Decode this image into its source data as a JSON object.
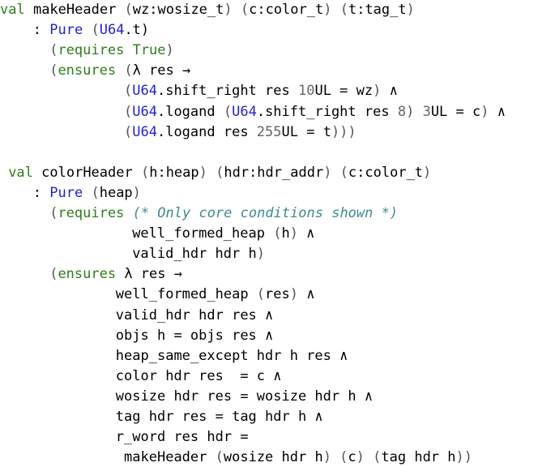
{
  "colors": {
    "keyword": "#2e7d19",
    "type": "#1f1fd6",
    "punct": "#555555",
    "number": "#666666",
    "comment": "#3f8a8c",
    "text": "#000000"
  },
  "lines": [
    {
      "indent": 0,
      "tokens": [
        {
          "t": "val",
          "c": "kw"
        },
        {
          "t": " makeHeader ",
          "c": "dark"
        },
        {
          "t": "(",
          "c": "pun"
        },
        {
          "t": "wz:wosize_t",
          "c": "dark"
        },
        {
          "t": ") (",
          "c": "pun"
        },
        {
          "t": "c:color_t",
          "c": "dark"
        },
        {
          "t": ") (",
          "c": "pun"
        },
        {
          "t": "t:tag_t",
          "c": "dark"
        },
        {
          "t": ")",
          "c": "pun"
        }
      ]
    },
    {
      "indent": 4,
      "tokens": [
        {
          "t": ": ",
          "c": "dark"
        },
        {
          "t": "Pure",
          "c": "ty"
        },
        {
          "t": " (",
          "c": "pun"
        },
        {
          "t": "U64",
          "c": "ty"
        },
        {
          "t": ".t)",
          "c": "dark"
        }
      ]
    },
    {
      "indent": 6,
      "tokens": [
        {
          "t": "(",
          "c": "pun"
        },
        {
          "t": "requires",
          "c": "kw"
        },
        {
          "t": " ",
          "c": "dark"
        },
        {
          "t": "True",
          "c": "kw"
        },
        {
          "t": ")",
          "c": "pun"
        }
      ]
    },
    {
      "indent": 6,
      "tokens": [
        {
          "t": "(",
          "c": "pun"
        },
        {
          "t": "ensures",
          "c": "kw"
        },
        {
          "t": " (",
          "c": "pun"
        },
        {
          "t": "λ res →",
          "c": "dark"
        }
      ]
    },
    {
      "indent": 15,
      "tokens": [
        {
          "t": "(",
          "c": "pun"
        },
        {
          "t": "U64",
          "c": "ty"
        },
        {
          "t": ".shift_right res ",
          "c": "dark"
        },
        {
          "t": "10",
          "c": "num"
        },
        {
          "t": "UL = wz",
          "c": "dark"
        },
        {
          "t": ")",
          "c": "pun"
        },
        {
          "t": " ∧",
          "c": "dark"
        }
      ]
    },
    {
      "indent": 15,
      "tokens": [
        {
          "t": "(",
          "c": "pun"
        },
        {
          "t": "U64",
          "c": "ty"
        },
        {
          "t": ".logand ",
          "c": "dark"
        },
        {
          "t": "(",
          "c": "pun"
        },
        {
          "t": "U64",
          "c": "ty"
        },
        {
          "t": ".shift_right res ",
          "c": "dark"
        },
        {
          "t": "8",
          "c": "num"
        },
        {
          "t": ") ",
          "c": "pun"
        },
        {
          "t": "3",
          "c": "num"
        },
        {
          "t": "UL = c",
          "c": "dark"
        },
        {
          "t": ")",
          "c": "pun"
        },
        {
          "t": " ∧",
          "c": "dark"
        }
      ]
    },
    {
      "indent": 15,
      "tokens": [
        {
          "t": "(",
          "c": "pun"
        },
        {
          "t": "U64",
          "c": "ty"
        },
        {
          "t": ".logand res ",
          "c": "dark"
        },
        {
          "t": "255",
          "c": "num"
        },
        {
          "t": "UL = t",
          "c": "dark"
        },
        {
          "t": ")))",
          "c": "pun"
        }
      ]
    },
    {
      "indent": 0,
      "tokens": []
    },
    {
      "indent": 1,
      "tokens": [
        {
          "t": "val",
          "c": "kw"
        },
        {
          "t": " colorHeader ",
          "c": "dark"
        },
        {
          "t": "(",
          "c": "pun"
        },
        {
          "t": "h:heap",
          "c": "dark"
        },
        {
          "t": ") (",
          "c": "pun"
        },
        {
          "t": "hdr:hdr_addr",
          "c": "dark"
        },
        {
          "t": ") (",
          "c": "pun"
        },
        {
          "t": "c:color_t",
          "c": "dark"
        },
        {
          "t": ")",
          "c": "pun"
        }
      ]
    },
    {
      "indent": 4,
      "tokens": [
        {
          "t": ": ",
          "c": "dark"
        },
        {
          "t": "Pure",
          "c": "ty"
        },
        {
          "t": " (",
          "c": "pun"
        },
        {
          "t": "heap",
          "c": "dark"
        },
        {
          "t": ")",
          "c": "pun"
        }
      ]
    },
    {
      "indent": 6,
      "tokens": [
        {
          "t": "(",
          "c": "pun"
        },
        {
          "t": "requires",
          "c": "kw"
        },
        {
          "t": " ",
          "c": "dark"
        },
        {
          "t": "(* Only core conditions shown *)",
          "c": "cmt"
        }
      ]
    },
    {
      "indent": 16,
      "tokens": [
        {
          "t": "well_formed_heap ",
          "c": "dark"
        },
        {
          "t": "(",
          "c": "pun"
        },
        {
          "t": "h",
          "c": "dark"
        },
        {
          "t": ")",
          "c": "pun"
        },
        {
          "t": " ∧",
          "c": "dark"
        }
      ]
    },
    {
      "indent": 16,
      "tokens": [
        {
          "t": "valid_hdr hdr h",
          "c": "dark"
        },
        {
          "t": ")",
          "c": "pun"
        }
      ]
    },
    {
      "indent": 6,
      "tokens": [
        {
          "t": "(",
          "c": "pun"
        },
        {
          "t": "ensures",
          "c": "kw"
        },
        {
          "t": " λ res →",
          "c": "dark"
        }
      ]
    },
    {
      "indent": 14,
      "tokens": [
        {
          "t": "well_formed_heap ",
          "c": "dark"
        },
        {
          "t": "(",
          "c": "pun"
        },
        {
          "t": "res",
          "c": "dark"
        },
        {
          "t": ")",
          "c": "pun"
        },
        {
          "t": " ∧",
          "c": "dark"
        }
      ]
    },
    {
      "indent": 14,
      "tokens": [
        {
          "t": "valid_hdr hdr res ∧",
          "c": "dark"
        }
      ]
    },
    {
      "indent": 14,
      "tokens": [
        {
          "t": "objs h = objs res ∧",
          "c": "dark"
        }
      ]
    },
    {
      "indent": 14,
      "tokens": [
        {
          "t": "heap_same_except hdr h res ∧",
          "c": "dark"
        }
      ]
    },
    {
      "indent": 14,
      "tokens": [
        {
          "t": "color hdr res  = c ∧",
          "c": "dark"
        }
      ]
    },
    {
      "indent": 14,
      "tokens": [
        {
          "t": "wosize hdr res = wosize hdr h ∧",
          "c": "dark"
        }
      ]
    },
    {
      "indent": 14,
      "tokens": [
        {
          "t": "tag hdr res = tag hdr h ∧",
          "c": "dark"
        }
      ]
    },
    {
      "indent": 14,
      "tokens": [
        {
          "t": "r_word res hdr =",
          "c": "dark"
        }
      ]
    },
    {
      "indent": 14,
      "tokens": [
        {
          "t": " makeHeader ",
          "c": "dark"
        },
        {
          "t": "(",
          "c": "pun"
        },
        {
          "t": "wosize hdr h",
          "c": "dark"
        },
        {
          "t": ") (",
          "c": "pun"
        },
        {
          "t": "c",
          "c": "dark"
        },
        {
          "t": ") (",
          "c": "pun"
        },
        {
          "t": "tag hdr h",
          "c": "dark"
        },
        {
          "t": "))",
          "c": "pun"
        }
      ]
    }
  ]
}
